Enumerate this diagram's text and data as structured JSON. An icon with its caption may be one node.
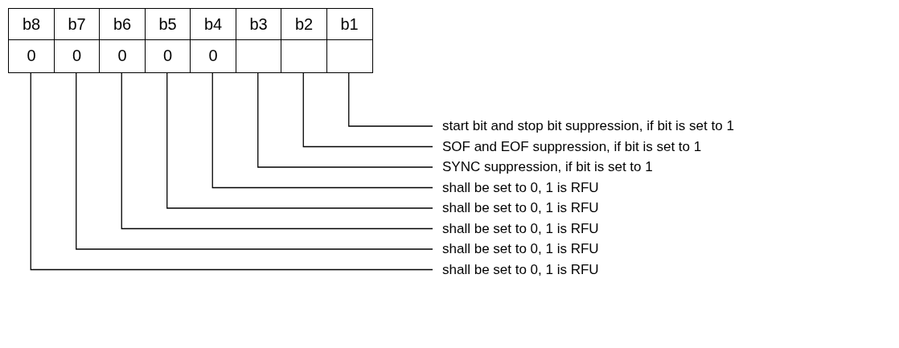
{
  "diagram": {
    "nodes": [
      {
        "text": [
          "b8"
        ]
      },
      {
        "text": [
          "b7"
        ]
      },
      {
        "text": [
          "b6"
        ]
      },
      {
        "text": [
          "b5"
        ]
      },
      {
        "text": [
          "b4"
        ]
      },
      {
        "text": [
          "b3"
        ]
      },
      {
        "text": [
          "b2"
        ]
      },
      {
        "text": [
          "b1"
        ]
      },
      {
        "text": [
          "0"
        ]
      },
      {
        "text": [
          "0"
        ]
      },
      {
        "text": [
          "0"
        ]
      },
      {
        "text": [
          "0"
        ]
      },
      {
        "text": [
          "0"
        ]
      },
      {
        "text": [],
        "shape": "box"
      },
      {
        "text": [],
        "shape": "box"
      },
      {
        "text": [],
        "shape": "box"
      },
      {
        "text": [
          "start bit and stop bit suppression, if bit is set to 1"
        ]
      },
      {
        "text": [
          "SOF and EOF suppression, if bit is set to 1"
        ]
      },
      {
        "text": [
          "SYNC suppression, if bit is set to 1"
        ]
      },
      {
        "text": [
          "shall be set to 0, 1 is RFU"
        ]
      },
      {
        "text": [
          "shall be set to 0, 1 is RFU"
        ]
      },
      {
        "text": [
          "shall be set to 0, 1 is RFU"
        ]
      },
      {
        "text": [
          "shall be set to 0, 1 is RFU"
        ]
      },
      {
        "text": [
          "shall be set to 0, 1 is RFU"
        ]
      }
    ],
    "edges": [
      {
        "from": 16,
        "to": 15,
        "arrow": "none"
      },
      {
        "from": 17,
        "to": 14,
        "arrow": "none"
      },
      {
        "from": 18,
        "to": 13,
        "arrow": "none"
      },
      {
        "from": 19,
        "to": 12,
        "arrow": "none"
      },
      {
        "from": 20,
        "to": 11,
        "arrow": "none"
      },
      {
        "from": 21,
        "to": 10,
        "arrow": "none"
      },
      {
        "from": 22,
        "to": 9,
        "arrow": "none"
      },
      {
        "from": 23,
        "to": 8,
        "arrow": "none"
      }
    ]
  }
}
